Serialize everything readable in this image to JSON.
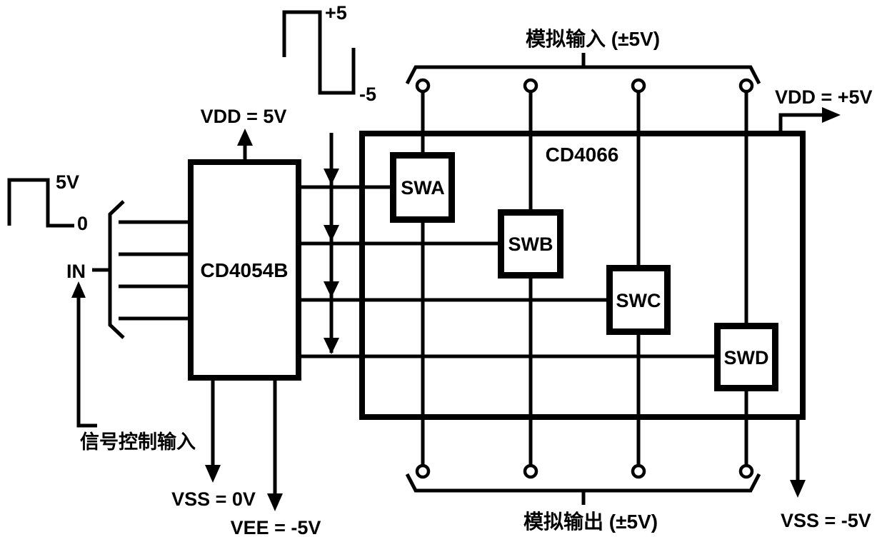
{
  "diagram": {
    "colors": {
      "ink": "#000000",
      "background": "#ffffff"
    },
    "logic_waveform": {
      "high_label": "5V",
      "low_label": "0"
    },
    "analog_waveform": {
      "high_label": "+5",
      "low_label": "-5"
    },
    "in_label": "IN",
    "signal_control_label": "信号控制输入",
    "cd4054b": {
      "label": "CD4054B",
      "vdd_label": "VDD = 5V",
      "vss_label": "VSS = 0V",
      "vee_label": "VEE = -5V"
    },
    "cd4066": {
      "label": "CD4066",
      "vdd_label": "VDD = +5V",
      "vss_label": "VSS = -5V",
      "analog_input_label": "模拟输入 (±5V)",
      "analog_output_label": "模拟输出 (±5V)",
      "switches": [
        {
          "label": "SWA"
        },
        {
          "label": "SWB"
        },
        {
          "label": "SWC"
        },
        {
          "label": "SWD"
        }
      ]
    }
  }
}
